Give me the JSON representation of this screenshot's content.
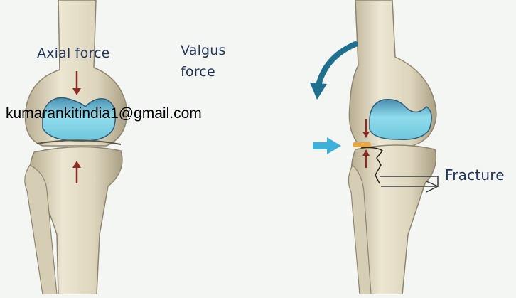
{
  "labels": {
    "axial_force": "Axial force",
    "valgus_line1": "Valgus",
    "valgus_line2": "force",
    "fracture": "Fracture"
  },
  "watermark": "kumarankitindia1@gmail.com",
  "colors": {
    "bone": "#e3dcc6",
    "bone_shade": "#b7ad91",
    "cartilage": "#7ed3e6",
    "force_arrow": "#8a2b24",
    "valgus_arrow": "#1f6f8f",
    "impact_arrow": "#3fb0da",
    "label_text": "#23345c"
  }
}
